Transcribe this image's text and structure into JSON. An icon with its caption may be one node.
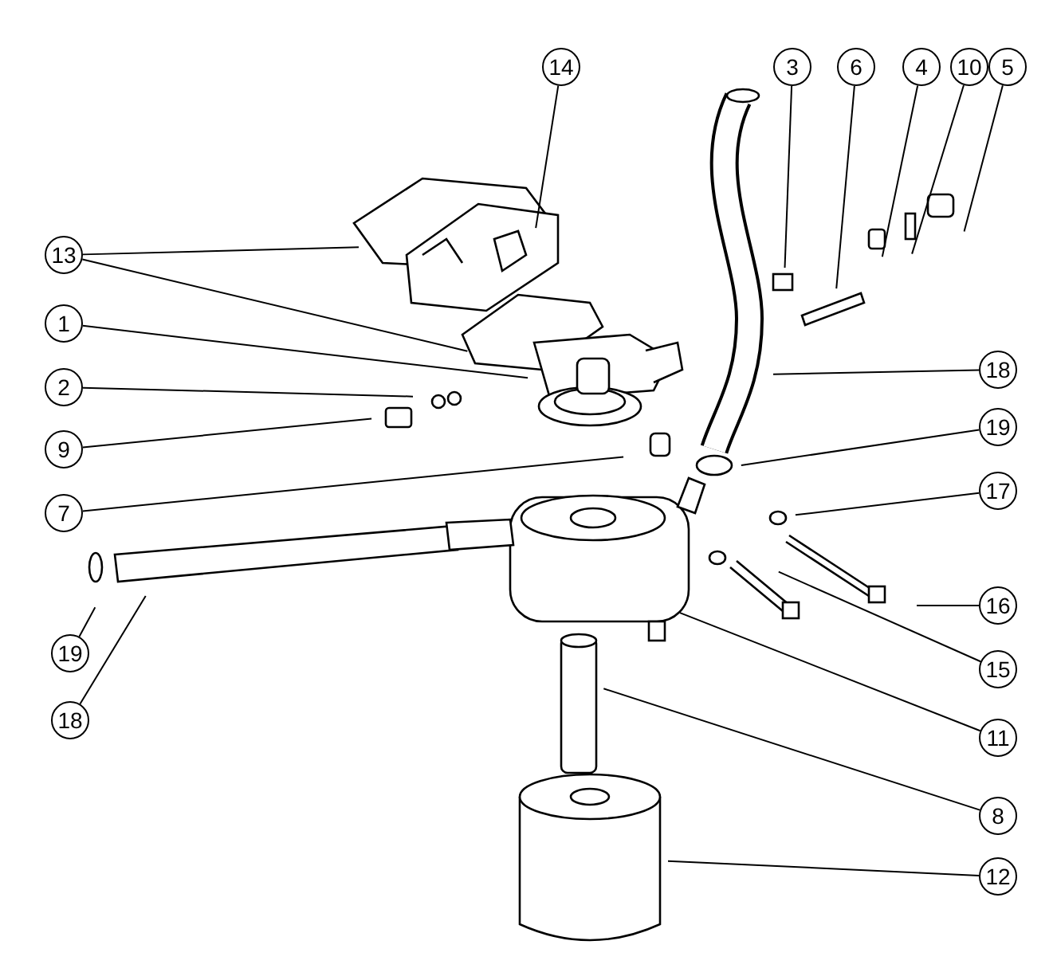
{
  "diagram": {
    "nodes": [
      {
        "text": [
          "14"
        ]
      },
      {
        "text": [
          "3"
        ]
      },
      {
        "text": [
          "6"
        ]
      },
      {
        "text": [
          "4"
        ]
      },
      {
        "text": [
          "10"
        ]
      },
      {
        "text": [
          "5"
        ]
      },
      {
        "text": [
          "13"
        ]
      },
      {
        "text": [
          "1"
        ]
      },
      {
        "text": [
          "18"
        ]
      },
      {
        "text": [
          "2"
        ]
      },
      {
        "text": [
          "19"
        ]
      },
      {
        "text": [
          "9"
        ]
      },
      {
        "text": [
          "17"
        ]
      },
      {
        "text": [
          "7"
        ]
      },
      {
        "text": [
          "16"
        ]
      },
      {
        "text": [
          "19"
        ]
      },
      {
        "text": [
          "15"
        ]
      },
      {
        "text": [
          "18"
        ]
      },
      {
        "text": [
          "11"
        ]
      },
      {
        "text": [
          "8"
        ]
      },
      {
        "text": [
          "12"
        ]
      }
    ],
    "edges": [
      {
        "from": 0,
        "to": null,
        "arrow": "none"
      },
      {
        "from": 1,
        "to": null,
        "arrow": "none"
      },
      {
        "from": 2,
        "to": null,
        "arrow": "none"
      },
      {
        "from": 3,
        "to": null,
        "arrow": "none"
      },
      {
        "from": 4,
        "to": null,
        "arrow": "none"
      },
      {
        "from": 5,
        "to": null,
        "arrow": "none"
      },
      {
        "from": 6,
        "to": null,
        "arrow": "none"
      },
      {
        "from": 6,
        "to": null,
        "arrow": "none"
      },
      {
        "from": 7,
        "to": null,
        "arrow": "none"
      },
      {
        "from": 8,
        "to": null,
        "arrow": "none"
      },
      {
        "from": 9,
        "to": null,
        "arrow": "none"
      },
      {
        "from": 10,
        "to": null,
        "arrow": "none"
      },
      {
        "from": 11,
        "to": null,
        "arrow": "none"
      },
      {
        "from": 12,
        "to": null,
        "arrow": "none"
      },
      {
        "from": 13,
        "to": null,
        "arrow": "none"
      },
      {
        "from": 14,
        "to": null,
        "arrow": "none"
      },
      {
        "from": 15,
        "to": null,
        "arrow": "none"
      },
      {
        "from": 16,
        "to": null,
        "arrow": "none"
      },
      {
        "from": 17,
        "to": null,
        "arrow": "none"
      },
      {
        "from": 18,
        "to": null,
        "arrow": "none"
      },
      {
        "from": 19,
        "to": null,
        "arrow": "none"
      },
      {
        "from": 20,
        "to": null,
        "arrow": "none"
      }
    ]
  }
}
